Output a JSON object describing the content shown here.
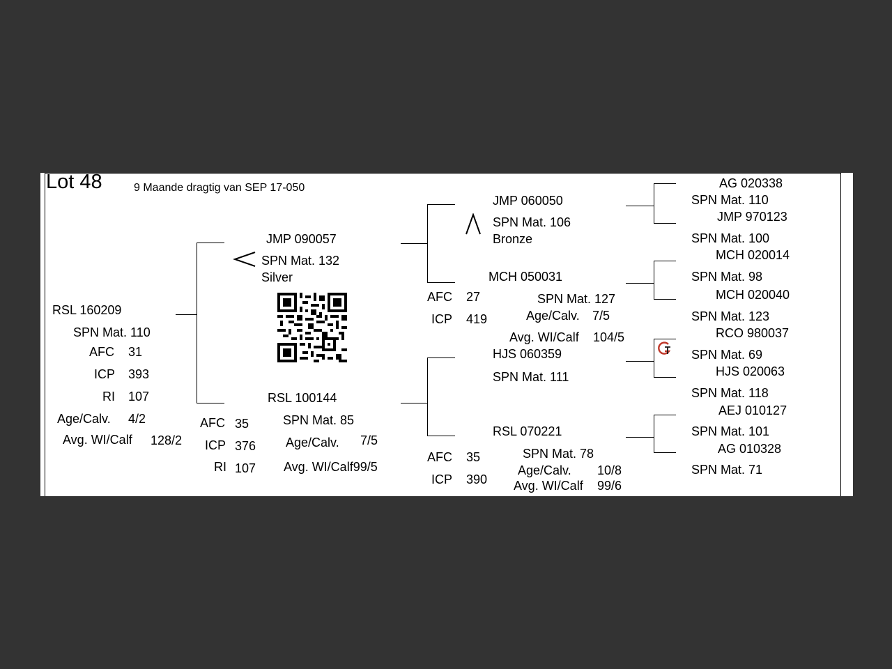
{
  "header": {
    "lot": "Lot 48",
    "note": "9 Maande dragtig van SEP 17-050"
  },
  "animal": {
    "id": "RSL 160209",
    "spn": "SPN Mat. 110",
    "afc_label": "AFC",
    "afc": "31",
    "icp_label": "ICP",
    "icp": "393",
    "ri_label": "RI",
    "ri": "107",
    "agecalv_label": "Age/Calv.",
    "agecalv": "4/2",
    "avgwi_label": "Avg. WI/Calf",
    "avgwi": "128/2"
  },
  "sire": {
    "id": "JMP 090057",
    "spn": "SPN Mat. 132",
    "award": "Silver"
  },
  "dam": {
    "id": "RSL 100144",
    "afc_label": "AFC",
    "afc": "35",
    "icp_label": "ICP",
    "icp": "376",
    "ri_label": "RI",
    "ri": "107",
    "spn": "SPN Mat. 85",
    "agecalv_label": "Age/Calv.",
    "agecalv": "7/5",
    "avgwi": "Avg. WI/Calf99/5"
  },
  "grandparents": {
    "ss": {
      "id": "JMP 060050",
      "spn": "SPN Mat. 106",
      "award": "Bronze"
    },
    "sd": {
      "id": "MCH 050031",
      "afc_label": "AFC",
      "afc": "27",
      "icp_label": "ICP",
      "icp": "419",
      "spn": "SPN Mat. 127",
      "agecalv_label": "Age/Calv.",
      "agecalv": "7/5",
      "avgwi_label": "Avg. WI/Calf",
      "avgwi": "104/5"
    },
    "ds": {
      "id": "HJS 060359",
      "spn": "SPN Mat. 111"
    },
    "dd": {
      "id": "RSL 070221",
      "afc_label": "AFC",
      "afc": "35",
      "icp_label": "ICP",
      "icp": "390",
      "spn": "SPN Mat. 78",
      "agecalv_label": "Age/Calv.",
      "agecalv": "10/8",
      "avgwi_label": "Avg. WI/Calf",
      "avgwi": "99/6"
    }
  },
  "great_grandparents": [
    {
      "id": "AG  020338",
      "spn": "SPN Mat. 110"
    },
    {
      "id": "JMP 970123",
      "spn": "SPN Mat. 100"
    },
    {
      "id": "MCH 020014",
      "spn": "SPN Mat. 98"
    },
    {
      "id": "MCH 020040",
      "spn": "SPN Mat. 123"
    },
    {
      "id": "RCO 980037",
      "spn": "SPN Mat. 69"
    },
    {
      "id": "HJS 020063",
      "spn": "SPN Mat. 118"
    },
    {
      "id": "AEJ 010127",
      "spn": "SPN Mat. 101"
    },
    {
      "id": "AG  010328",
      "spn": "SPN Mat. 71"
    }
  ]
}
